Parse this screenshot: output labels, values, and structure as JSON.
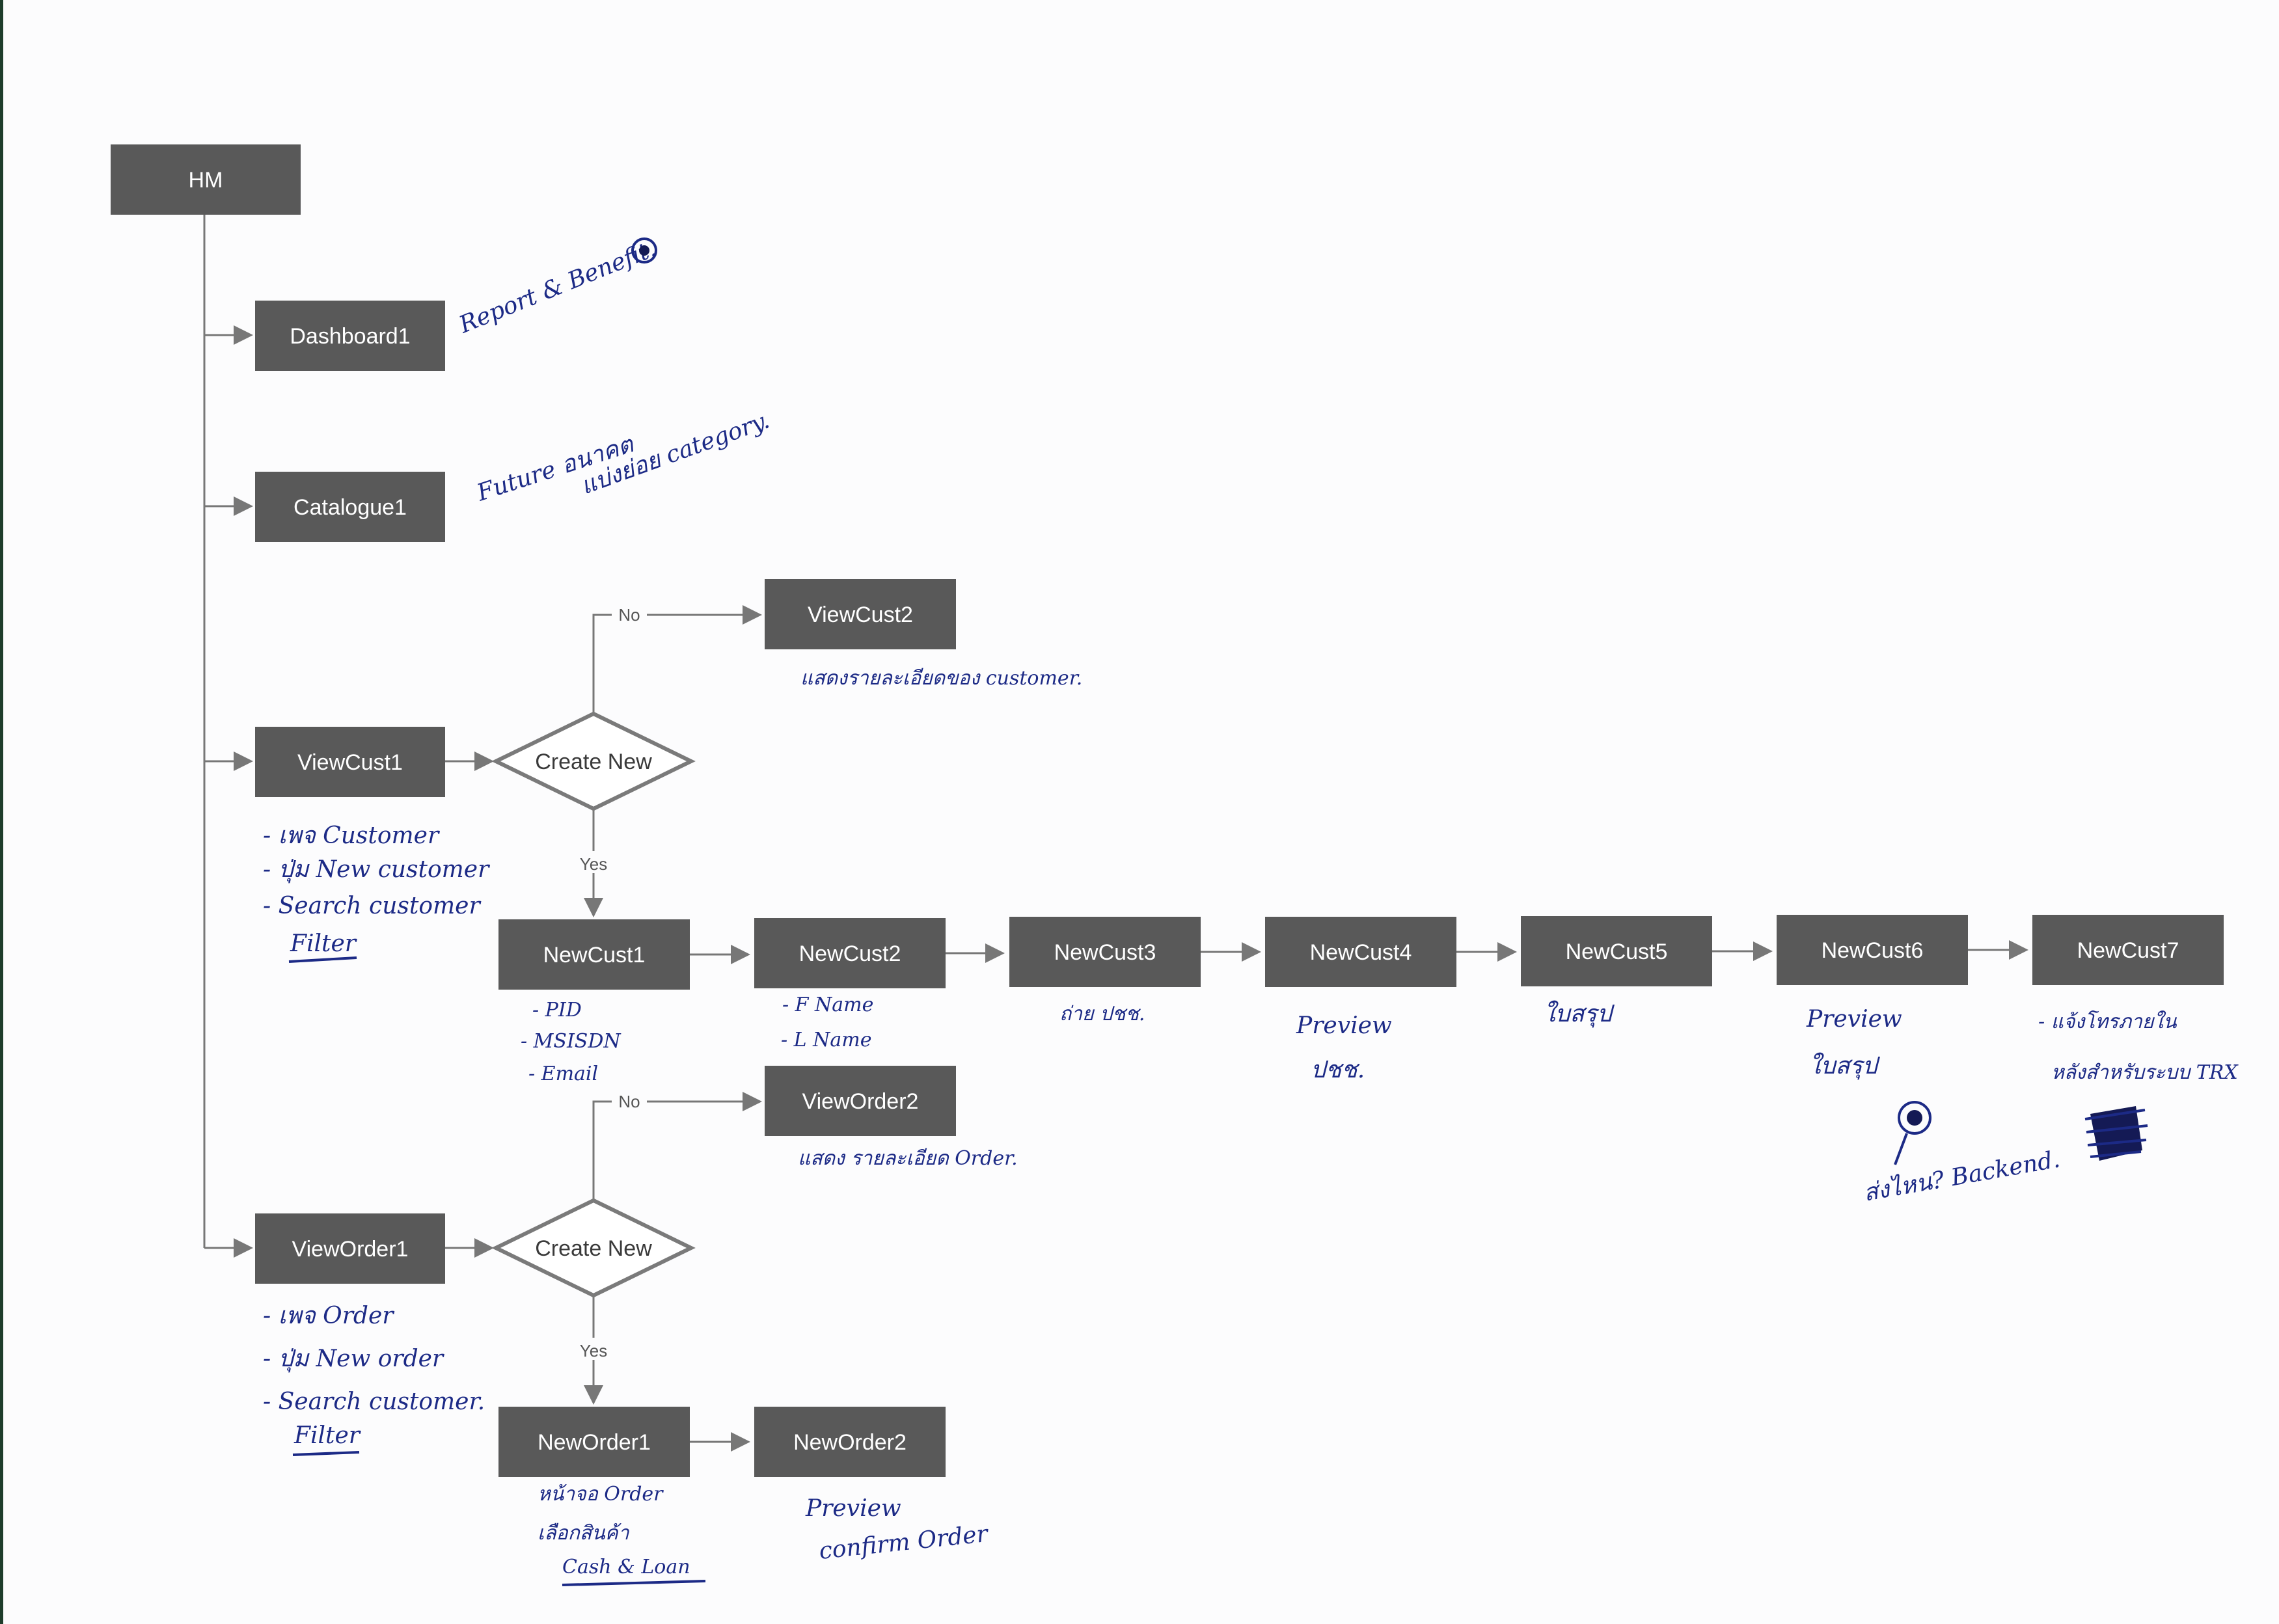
{
  "nodes": {
    "hm": "HM",
    "dashboard1": "Dashboard1",
    "catalogue1": "Catalogue1",
    "viewcust1": "ViewCust1",
    "viewcust2": "ViewCust2",
    "newcust1": "NewCust1",
    "newcust2": "NewCust2",
    "newcust3": "NewCust3",
    "newcust4": "NewCust4",
    "newcust5": "NewCust5",
    "newcust6": "NewCust6",
    "newcust7": "NewCust7",
    "vieworder1": "ViewOrder1",
    "vieworder2": "ViewOrder2",
    "neworder1": "NewOrder1",
    "neworder2": "NewOrder2"
  },
  "decisions": {
    "cust": "Create New",
    "order": "Create New"
  },
  "edge_labels": {
    "no": "No",
    "yes": "Yes"
  },
  "notes": {
    "dashboard1": "Report & Benefit.",
    "catalogue1": [
      "Future อนาคต",
      "แบ่งย่อย category."
    ],
    "viewcust1": [
      "- เพจ Customer",
      "- ปุ่ม New customer",
      "- Search customer",
      "Filter"
    ],
    "viewcust2": "แสดงรายละเอียดของ customer.",
    "newcust1": [
      "- PID",
      "- MSISDN",
      "- Email"
    ],
    "newcust2": [
      "- F Name",
      "- L Name"
    ],
    "newcust3": "ถ่าย ปชช.",
    "newcust4": [
      "Preview",
      "ปชช."
    ],
    "newcust5": "ใบสรุป",
    "newcust6": [
      "Preview",
      "ใบสรุป"
    ],
    "newcust7": [
      "- แจ้งโทรภายใน",
      "หลังสำหรับระบบ TRX"
    ],
    "newcust6_backend": "ส่งไหน? Backend.",
    "vieworder1": [
      "- เพจ Order",
      "- ปุ่ม New order",
      "- Search customer.",
      "Filter"
    ],
    "vieworder2": "แสดง รายละเอียด Order.",
    "neworder1": [
      "หน้าจอ Order",
      "เลือกสินค้า",
      "Cash & Loan"
    ],
    "neworder2": [
      "Preview",
      "confirm Order"
    ]
  },
  "colors": {
    "node_fill": "#595959",
    "node_text": "#ffffff",
    "connector": "#777777",
    "handwriting": "#1c2a86"
  }
}
